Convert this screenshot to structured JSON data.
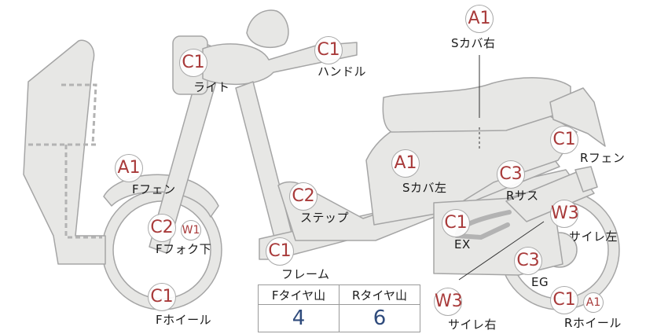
{
  "colors": {
    "body_fill": "#e7e7e5",
    "body_stroke": "#a5a5a5",
    "grade_text": "#a83a3a",
    "table_value": "#2f4b7c"
  },
  "parts": [
    {
      "id": "s-cover-right",
      "grade": "A1",
      "label": "Sカバ右"
    },
    {
      "id": "light",
      "grade": "C1",
      "label": "ライト"
    },
    {
      "id": "handle",
      "grade": "C1",
      "label": "ハンドル"
    },
    {
      "id": "r-fender",
      "grade": "C1",
      "label": "Rフェン"
    },
    {
      "id": "f-fender",
      "grade": "A1",
      "label": "Fフェン"
    },
    {
      "id": "s-cover-left",
      "grade": "A1",
      "label": "Sカバ左"
    },
    {
      "id": "step",
      "grade": "C2",
      "label": "ステップ"
    },
    {
      "id": "r-suspension",
      "grade": "C3",
      "label": "Rサス"
    },
    {
      "id": "silencer-left",
      "grade": "W3",
      "label": "サイレ左"
    },
    {
      "id": "f-fork",
      "grade": "C2",
      "sub_grade": "W1",
      "label": "Fフォク下"
    },
    {
      "id": "exhaust",
      "grade": "C1",
      "label": "EX"
    },
    {
      "id": "frame",
      "grade": "C1",
      "label": "フレーム"
    },
    {
      "id": "engine",
      "grade": "C3",
      "label": "EG"
    },
    {
      "id": "f-wheel",
      "grade": "C1",
      "label": "Fホイール"
    },
    {
      "id": "silencer-right",
      "grade": "W3",
      "label": "サイレ右"
    },
    {
      "id": "r-wheel",
      "grade": "C1",
      "sub_grade": "A1",
      "label": "Rホイール"
    }
  ],
  "tire_table": {
    "headers": [
      "Fタイヤ山",
      "Rタイヤ山"
    ],
    "values": [
      "4",
      "6"
    ]
  }
}
